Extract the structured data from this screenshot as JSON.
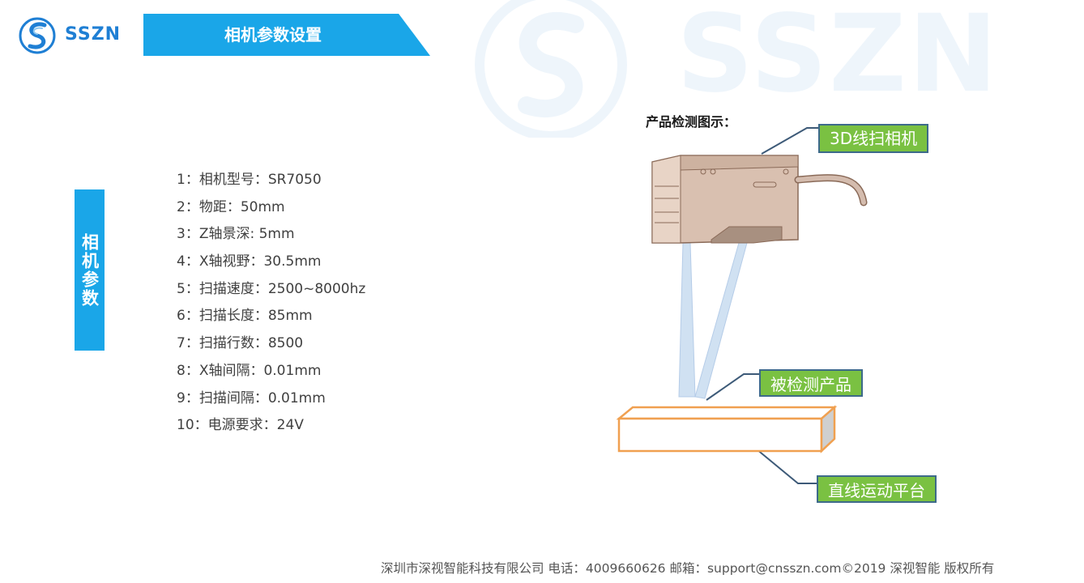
{
  "brand": {
    "name": "SSZN"
  },
  "header": {
    "title": "相机参数设置"
  },
  "side_tab": {
    "label": "相机参数"
  },
  "params": [
    "1：相机型号：SR7050",
    "2：物距：50mm",
    "3：Z轴景深: 5mm",
    "4：X轴视野：30.5mm",
    "5：扫描速度：2500~8000hz",
    "6：扫描长度：85mm",
    "7：扫描行数：8500",
    "8：X轴间隔：0.01mm",
    "9：扫描间隔：0.01mm",
    "10：电源要求：24V"
  ],
  "diagram": {
    "caption": "产品检测图示：",
    "labels": {
      "camera": "3D线扫相机",
      "product": "被检测产品",
      "platform": "直线运动平台"
    },
    "colors": {
      "label_fill": "#7ac142",
      "label_border": "#3d6a8a",
      "product_outline": "#f0a050",
      "camera_body": "#d9c0b0",
      "laser_beam": "#c8dcf0"
    }
  },
  "footer": {
    "text": "深圳市深视智能科技有限公司 电话：4009660626 邮箱：support@cnsszn.com©2019 深视智能 版权所有"
  },
  "colors": {
    "accent": "#1aa6e8",
    "brand": "#1f7fd4"
  }
}
